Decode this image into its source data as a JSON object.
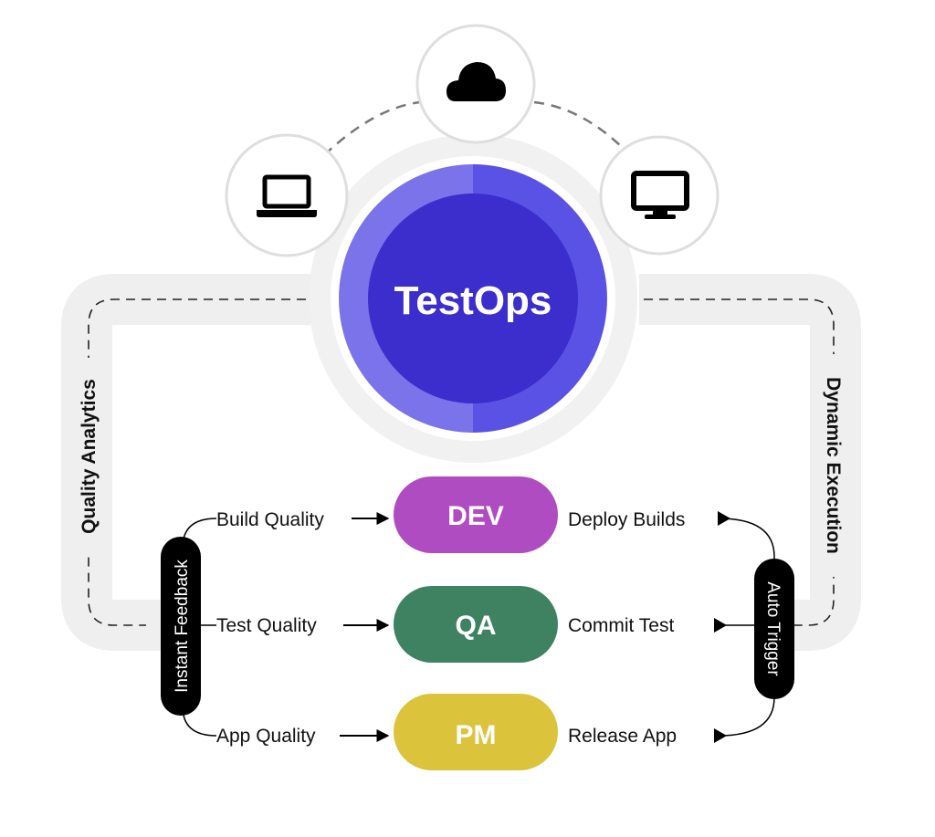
{
  "hub": {
    "title": "TestOps"
  },
  "devices": [
    {
      "name": "laptop",
      "icon": "laptop-icon"
    },
    {
      "name": "cloud",
      "icon": "cloud-icon"
    },
    {
      "name": "desktop",
      "icon": "desktop-icon"
    }
  ],
  "loops": {
    "left": "Quality Analytics",
    "right": "Dynamic Execution"
  },
  "connectors": {
    "left": "Instant Feedback",
    "right": "Auto Trigger"
  },
  "roles": [
    {
      "label": "DEV",
      "color": "#b04cc1",
      "input": "Build Quality",
      "output": "Deploy Builds"
    },
    {
      "label": "QA",
      "color": "#3e8262",
      "input": "Test Quality",
      "output": "Commit Test"
    },
    {
      "label": "PM",
      "color": "#dcc33c",
      "input": "App Quality",
      "output": "Release App"
    }
  ],
  "colors": {
    "hub_core": "#3c2dcd",
    "hub_ring_light": "#7b73ea",
    "hub_ring_dark": "#5a52e5",
    "track": "#efefef",
    "ring_outer": "#f1f1f1",
    "connector": "#000000"
  }
}
